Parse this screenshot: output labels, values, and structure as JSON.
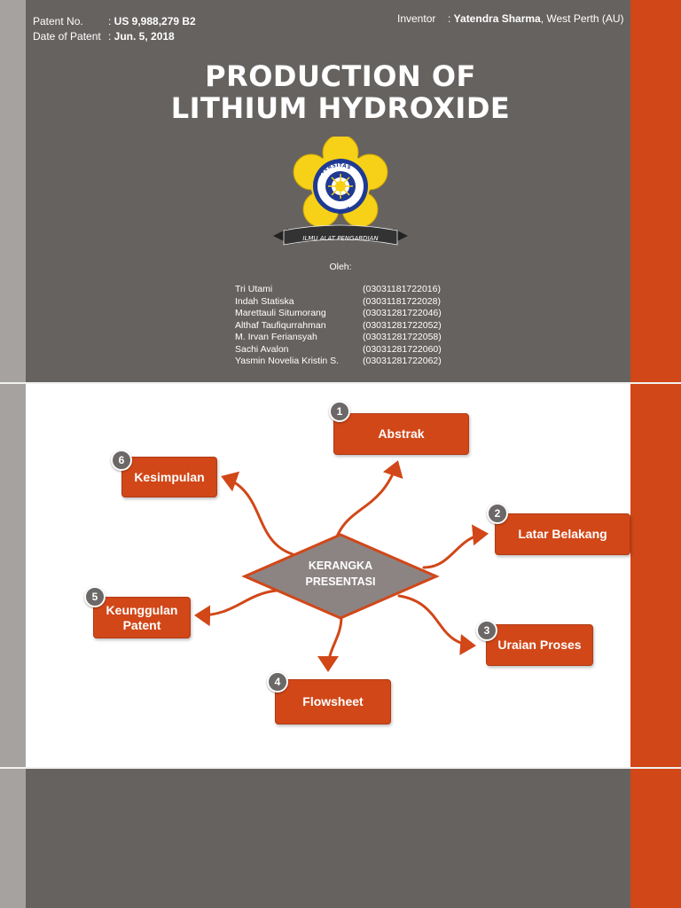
{
  "header": {
    "patent_no_label": "Patent No.",
    "patent_no_value": "US 9,988,279 B2",
    "date_label": "Date of Patent",
    "date_value": "Jun. 5, 2018",
    "inventor_label": "Inventor",
    "inventor_name": "Yatendra Sharma",
    "inventor_location": ", West Perth (AU)"
  },
  "title": {
    "line1": "PRODUCTION OF",
    "line2": "LITHIUM HYDROXIDE"
  },
  "emblem": {
    "ring_text": "UNIVERSITAS SRIWIJAYA",
    "motto": "ILMU ALAT PENGABDIAN",
    "colors": {
      "petal": "#f7d117",
      "ring": "#1f3a93",
      "banner": "#333333"
    }
  },
  "authors": {
    "label": "Oleh:",
    "members": [
      {
        "name": "Tri Utami",
        "nim": "(03031181722016)"
      },
      {
        "name": "Indah Statiska",
        "nim": "(03031181722028)"
      },
      {
        "name": "Marettauli Situmorang",
        "nim": "(03031281722046)"
      },
      {
        "name": "Althaf Taufiqurrahman",
        "nim": "(03031281722052)"
      },
      {
        "name": "M. Irvan Feriansyah",
        "nim": "(03031281722058)"
      },
      {
        "name": "Sachi Avalon",
        "nim": "(03031281722060)"
      },
      {
        "name": "Yasmin Novelia Kristin S.",
        "nim": "(03031281722062)"
      }
    ]
  },
  "mindmap": {
    "center_line1": "KERANGKA",
    "center_line2": "PRESENTASI",
    "nodes": [
      {
        "num": "1",
        "label": "Abstrak"
      },
      {
        "num": "2",
        "label": "Latar Belakang"
      },
      {
        "num": "3",
        "label": "Uraian Proses"
      },
      {
        "num": "4",
        "label": "Flowsheet"
      },
      {
        "num": "5",
        "label": "Keunggulan Patent"
      },
      {
        "num": "6",
        "label": "Kesimpulan"
      }
    ]
  },
  "colors": {
    "accent": "#d14718",
    "background": "#666260",
    "side_strip": "#a6a2a0",
    "center_diamond": "#8c8483"
  }
}
